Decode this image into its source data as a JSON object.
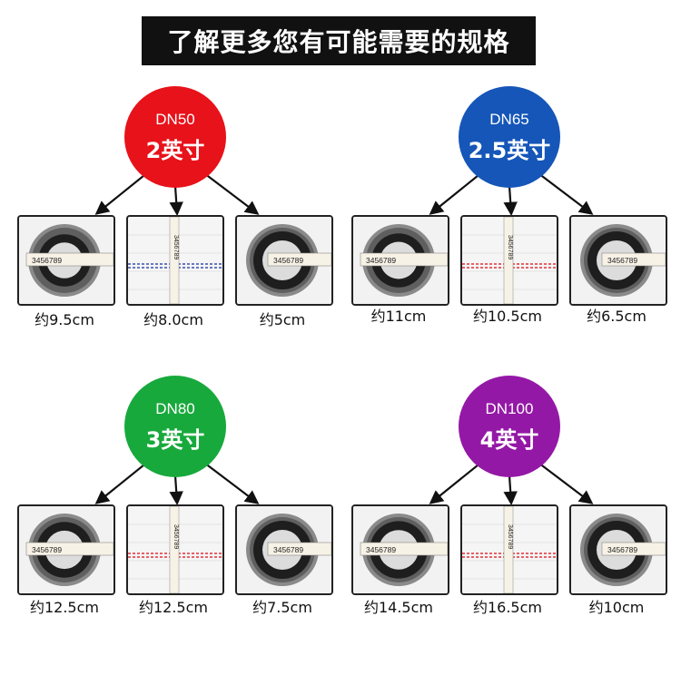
{
  "title": "了解更多您有可能需要的规格",
  "groups": [
    {
      "dn": "DN50",
      "inch": "2英寸",
      "color": "#e8121a",
      "items": [
        {
          "type": "ring",
          "caption": "约9.5cm"
        },
        {
          "type": "flat",
          "caption": "约8.0cm"
        },
        {
          "type": "ring2",
          "caption": "约5cm"
        }
      ]
    },
    {
      "dn": "DN65",
      "inch": "2.5英寸",
      "color": "#1556b8",
      "items": [
        {
          "type": "ring",
          "caption": "约11cm"
        },
        {
          "type": "flat",
          "caption": "约10.5cm"
        },
        {
          "type": "ring2",
          "caption": "约6.5cm"
        }
      ]
    },
    {
      "dn": "DN80",
      "inch": "3英寸",
      "color": "#18a93c",
      "items": [
        {
          "type": "ring",
          "caption": "约12.5cm"
        },
        {
          "type": "flat",
          "caption": "约12.5cm"
        },
        {
          "type": "ring2",
          "caption": "约7.5cm"
        }
      ]
    },
    {
      "dn": "DN100",
      "inch": "4英寸",
      "color": "#9418a6",
      "items": [
        {
          "type": "ring",
          "caption": "约14.5cm"
        },
        {
          "type": "flat",
          "caption": "约16.5cm"
        },
        {
          "type": "ring2",
          "caption": "约10cm"
        }
      ]
    }
  ],
  "ruler_digits": "3456789"
}
